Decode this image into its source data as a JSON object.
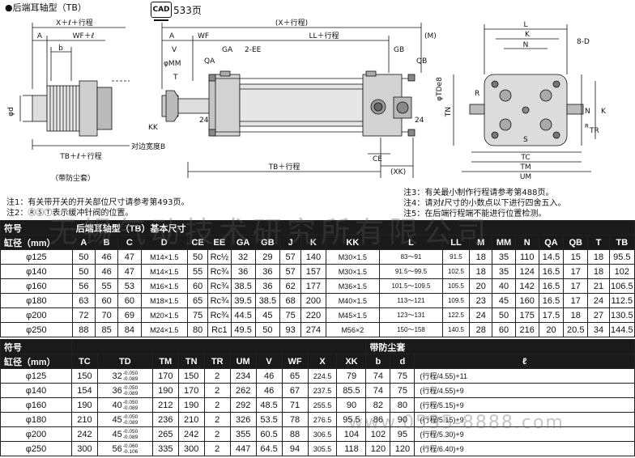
{
  "header": {
    "bullet": "●",
    "title": "后端耳轴型（TB）",
    "cad_label": "CAD",
    "cad_page": "533页"
  },
  "drawing_labels": {
    "left": {
      "top": "X＋ℓ＋行程",
      "a": "A",
      "wf": "WF＋ℓ",
      "b": "b",
      "phid": "φd",
      "tb": "TB＋ℓ＋行程",
      "caption": "（带防尘套）"
    },
    "center": {
      "a": "A",
      "wf": "WF",
      "xplus": "(X＋行程)",
      "llplus": "LL＋行程",
      "m": "(M)",
      "v": "V",
      "phimm": "φMM",
      "qa": "QA",
      "ga": "GA",
      "ee": "2-EE",
      "gb": "GB",
      "qb": "QB",
      "t": "T",
      "kk": "KK",
      "hex": "对边宽度B",
      "num24a": "24",
      "num24b": "24",
      "tbplus": "TB＋行程",
      "ce": "CE",
      "xk": "(XK)",
      "phitd": "φTDe8"
    },
    "right": {
      "l": "L",
      "k": "K",
      "n": "N",
      "d8": "8-D",
      "r": "R",
      "s": "S",
      "tn": "TN",
      "kv": "K",
      "nv": "N",
      "tr": "TR",
      "rr": "R",
      "tc": "TC",
      "tm": "TM",
      "um": "UM"
    }
  },
  "notes": {
    "n1": "注1：有关带开关的开关部位尺寸请参考第493页。",
    "n2": "注2：ⓇⓈⓉ表示缓冲针阀的位置。",
    "n3": "注3：有关最小制作行程请参考第488页。",
    "n4": "注4：请对ℓ尺寸的小数点以下进行四舍五入。",
    "n5": "注5：在后端行程端不能进行位置检测。"
  },
  "table1": {
    "sym_label": "符号",
    "title": "后端耳轴型（TB）基本尺寸",
    "bore_label": "缸径（mm）",
    "columns": [
      "A",
      "B",
      "C",
      "D",
      "CE",
      "EE",
      "GA",
      "GB",
      "J",
      "K",
      "KK",
      "L",
      "LL",
      "M",
      "MM",
      "N",
      "QA",
      "QB",
      "T",
      "TB"
    ],
    "rows": [
      {
        "bore": "φ125",
        "cells": [
          "50",
          "46",
          "47",
          "M14×1.5",
          "50",
          "Rc½",
          "32",
          "29",
          "57",
          "140",
          "M30×1.5",
          "83～91",
          "91.5",
          "18",
          "35",
          "110",
          "14.5",
          "15",
          "18",
          "95.5"
        ]
      },
      {
        "bore": "φ140",
        "cells": [
          "50",
          "46",
          "47",
          "M14×1.5",
          "55",
          "Rc¾",
          "36",
          "36",
          "57",
          "157",
          "M30×1.5",
          "91.5～99.5",
          "102.5",
          "18",
          "35",
          "124",
          "16.5",
          "17",
          "18",
          "102"
        ]
      },
      {
        "bore": "φ160",
        "cells": [
          "56",
          "55",
          "53",
          "M16×1.5",
          "60",
          "Rc¾",
          "38.5",
          "36",
          "62",
          "177",
          "M36×1.5",
          "101.5～109.5",
          "105.5",
          "20",
          "40",
          "142",
          "16.5",
          "17",
          "21",
          "106.5"
        ]
      },
      {
        "bore": "φ180",
        "cells": [
          "63",
          "60",
          "60",
          "M18×1.5",
          "65",
          "Rc¾",
          "39.5",
          "38.5",
          "68",
          "200",
          "M40×1.5",
          "113～121",
          "109.5",
          "23",
          "45",
          "160",
          "16.5",
          "17",
          "24",
          "112.5"
        ]
      },
      {
        "bore": "φ200",
        "cells": [
          "72",
          "70",
          "69",
          "M20×1.5",
          "75",
          "Rc¾",
          "44.5",
          "45",
          "75",
          "220",
          "M45×1.5",
          "123～131",
          "122.5",
          "24",
          "50",
          "175",
          "17.5",
          "18",
          "27",
          "130.5"
        ]
      },
      {
        "bore": "φ250",
        "cells": [
          "88",
          "85",
          "84",
          "M24×1.5",
          "80",
          "Rc1",
          "49.5",
          "50",
          "93",
          "274",
          "M56×2",
          "150～158",
          "140.5",
          "28",
          "60",
          "216",
          "20",
          "20.5",
          "34",
          "144.5"
        ]
      }
    ]
  },
  "table2": {
    "sym_label": "符号",
    "bore_label": "缸径（mm）",
    "columns": [
      "TC",
      "TD",
      "TM",
      "TN",
      "TR",
      "UM",
      "V",
      "WF",
      "X",
      "XK"
    ],
    "boot_title": "带防尘套",
    "boot_columns": [
      "b",
      "d",
      "ℓ"
    ],
    "rows": [
      {
        "bore": "φ125",
        "tc": "150",
        "td": "32",
        "td_tol": [
          "-0.050",
          "-0.089"
        ],
        "tm": "170",
        "tn": "150",
        "tr": "2",
        "um": "234",
        "v": "46",
        "wf": "65",
        "x": "224.5",
        "xk": "79",
        "b": "74",
        "d": "75",
        "l": "(行程/4.55)+11"
      },
      {
        "bore": "φ140",
        "tc": "154",
        "td": "36",
        "td_tol": [
          "-0.050",
          "-0.089"
        ],
        "tm": "190",
        "tn": "170",
        "tr": "2",
        "um": "262",
        "v": "46",
        "wf": "67",
        "x": "237.5",
        "xk": "85.5",
        "b": "74",
        "d": "75",
        "l": "(行程/4.55)+9"
      },
      {
        "bore": "φ160",
        "tc": "190",
        "td": "40",
        "td_tol": [
          "-0.050",
          "-0.089"
        ],
        "tm": "212",
        "tn": "190",
        "tr": "2",
        "um": "292",
        "v": "48.5",
        "wf": "71",
        "x": "255.5",
        "xk": "90",
        "b": "82",
        "d": "80",
        "l": "(行程/5.15)+9"
      },
      {
        "bore": "φ180",
        "tc": "210",
        "td": "45",
        "td_tol": [
          "-0.050",
          "-0.089"
        ],
        "tm": "236",
        "tn": "210",
        "tr": "2",
        "um": "326",
        "v": "53.5",
        "wf": "78",
        "x": "276.5",
        "xk": "95.5",
        "b": "86",
        "d": "90",
        "l": "(行程/5.15)+9"
      },
      {
        "bore": "φ200",
        "tc": "242",
        "td": "45",
        "td_tol": [
          "-0.050",
          "-0.089"
        ],
        "tm": "265",
        "tn": "242",
        "tr": "2",
        "um": "355",
        "v": "60.5",
        "wf": "88",
        "x": "306.5",
        "xk": "104",
        "b": "102",
        "d": "95",
        "l": "(行程/5.30)+9"
      },
      {
        "bore": "φ250",
        "tc": "300",
        "td": "56",
        "td_tol": [
          "-0.060",
          "-0.106"
        ],
        "tm": "335",
        "tn": "300",
        "tr": "2",
        "um": "447",
        "v": "64.5",
        "wf": "94",
        "x": "305.5",
        "xk": "118",
        "b": "120",
        "d": "120",
        "l": "(行程/6.40)+9"
      }
    ]
  },
  "watermark": {
    "text1": "无锡气动技术研究所有限公司",
    "text2": "www.0535-8888.com"
  }
}
